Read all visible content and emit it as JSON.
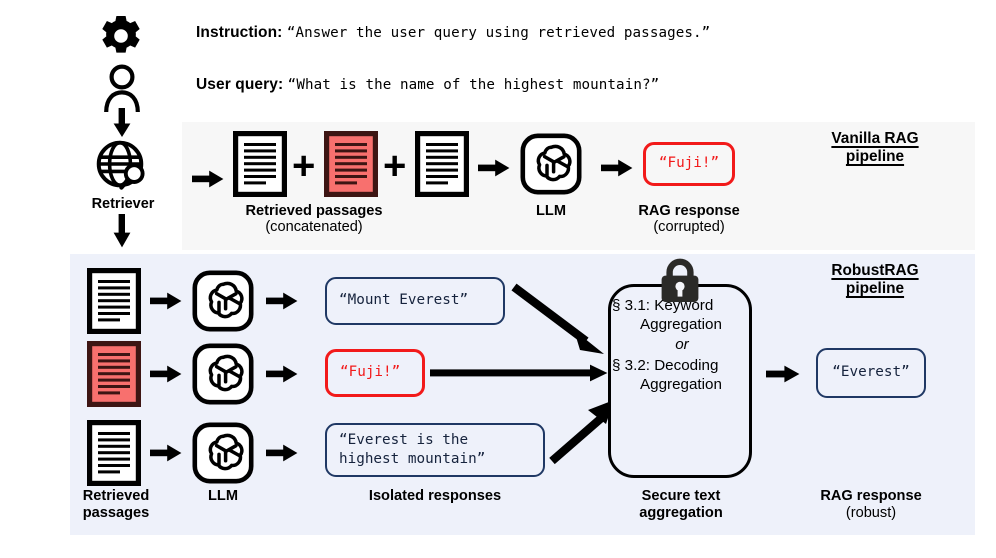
{
  "header": {
    "instruction_label": "Instruction:",
    "instruction_text": "“Answer the user query using retrieved passages.”",
    "userquery_label": "User query:",
    "userquery_text": "“What is the name of the highest mountain?”"
  },
  "left_column": {
    "gear_icon": "gear-icon",
    "person_icon": "user-icon",
    "globe_icon": "globe-search-icon",
    "retriever_label": "Retriever"
  },
  "vanilla": {
    "title_line1": "Vanilla RAG",
    "title_line2": "pipeline",
    "plus1": "+",
    "plus2": "+",
    "passages_caption": "Retrieved passages",
    "passages_sub": "(concatenated)",
    "llm_caption": "LLM",
    "response_text": "“Fuji!”",
    "response_caption": "RAG response",
    "response_sub": "(corrupted)"
  },
  "robust": {
    "title_line1": "RobustRAG",
    "title_line2": "pipeline",
    "passages_caption_l1": "Retrieved",
    "passages_caption_l2": "passages",
    "llm_caption": "LLM",
    "isolated_caption": "Isolated responses",
    "responses": [
      {
        "text": "“Mount Everest”",
        "style": "navy"
      },
      {
        "text": "“Fuji!”",
        "style": "red"
      },
      {
        "text": "“Everest is the",
        "text2": "highest mountain”",
        "style": "navy"
      }
    ],
    "aggregation": {
      "line1": "§ 3.1: Keyword",
      "line2": "Aggregation",
      "or": "or",
      "line3": "§ 3.2: Decoding",
      "line4": "Aggregation",
      "lock_icon": "lock-icon",
      "caption_l1": "Secure text",
      "caption_l2": "aggregation"
    },
    "final_response": "“Everest”",
    "final_caption": "RAG response",
    "final_sub": "(robust)"
  },
  "colors": {
    "vanilla_panel": "#f7f7f7",
    "robust_panel": "#eef1fa",
    "corrupt_fill": "#f8706e",
    "corrupt_border": "#3d1513",
    "red_accent": "#f21a1a",
    "navy_accent": "#1f3864",
    "lock": "#2b2b28"
  }
}
